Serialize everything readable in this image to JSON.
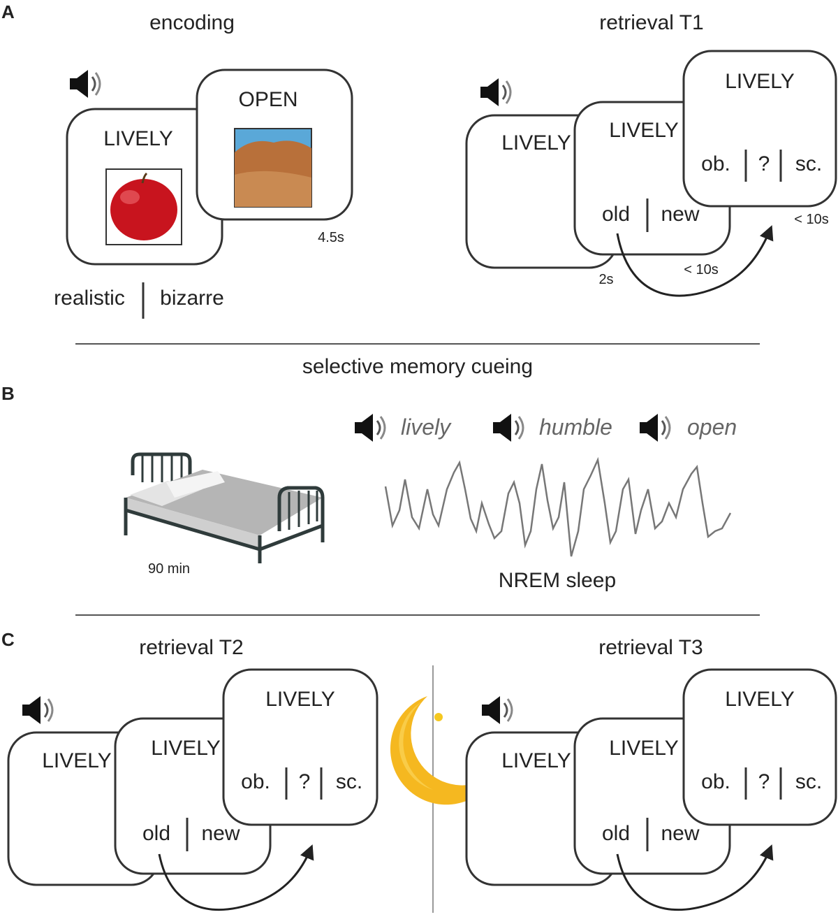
{
  "panels": {
    "a": "A",
    "b": "B",
    "c": "C"
  },
  "encoding": {
    "heading": "encoding",
    "word1": "LIVELY",
    "word2": "OPEN",
    "timing": "4.5s",
    "response_left": "realistic",
    "response_right": "bizarre",
    "image1_icon": "apple-image",
    "image2_icon": "desert-landscape-image"
  },
  "retrieval_t1": {
    "heading": "retrieval T1",
    "card1_word": "LIVELY",
    "card2_word": "LIVELY",
    "card3_word": "LIVELY",
    "old": "old",
    "new": "new",
    "ob": "ob.",
    "q": "?",
    "sc": "sc.",
    "timing1": "2s",
    "timing2": "< 10s",
    "timing3": "< 10s"
  },
  "cueing": {
    "heading": "selective memory cueing",
    "cues": [
      "lively",
      "humble",
      "open"
    ],
    "bed_duration": "90 min",
    "sleep_label": "NREM sleep"
  },
  "retrieval_t2": {
    "heading": "retrieval T2",
    "card1_word": "LIVELY",
    "card2_word": "LIVELY",
    "card3_word": "LIVELY",
    "old": "old",
    "new": "new",
    "ob": "ob.",
    "q": "?",
    "sc": "sc."
  },
  "retrieval_t3": {
    "heading": "retrieval T3",
    "card1_word": "LIVELY",
    "card2_word": "LIVELY",
    "card3_word": "LIVELY",
    "old": "old",
    "new": "new",
    "ob": "ob.",
    "q": "?",
    "sc": "sc."
  },
  "colors": {
    "apple": "#c8141e",
    "desert": "#b8703a",
    "sky": "#5aa8d8",
    "moon": "#f5b820",
    "bed_frame": "#2f3b3b",
    "blanket": "#b5b5b5"
  }
}
